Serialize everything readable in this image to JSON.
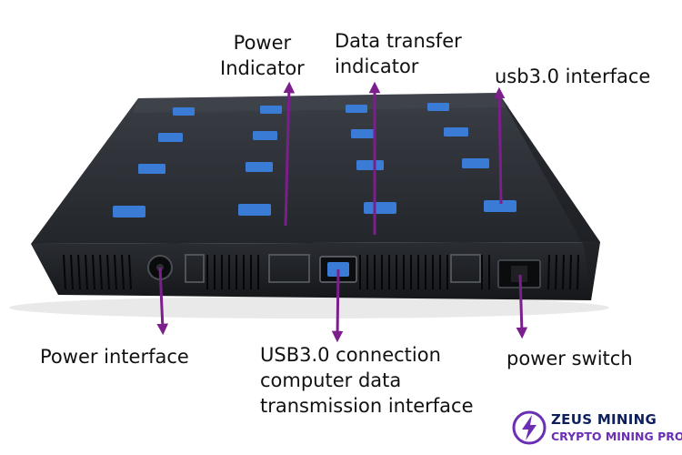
{
  "labels": {
    "power_indicator": [
      "Power",
      "Indicator"
    ],
    "data_transfer": [
      "Data transfer",
      "indicator"
    ],
    "usb30_interface": "usb3.0 interface",
    "power_interface": "Power interface",
    "usb_connection": [
      "USB3.0 connection",
      "computer data",
      "transmission interface"
    ],
    "power_switch": "power switch"
  },
  "logo": {
    "line1": "ZEUS MINING",
    "line2": "CRYPTO MINING PRO"
  },
  "colors": {
    "arrow": "#7b1f8c",
    "device_body": "#1f2226",
    "device_top": "#2a2d33",
    "usb_port_blue": "#3a7bd5",
    "logo_navy": "#0d1f5c",
    "logo_purple": "#6a2fb3"
  },
  "icons": {
    "logo_mark": "lightning-bolt-icon"
  }
}
